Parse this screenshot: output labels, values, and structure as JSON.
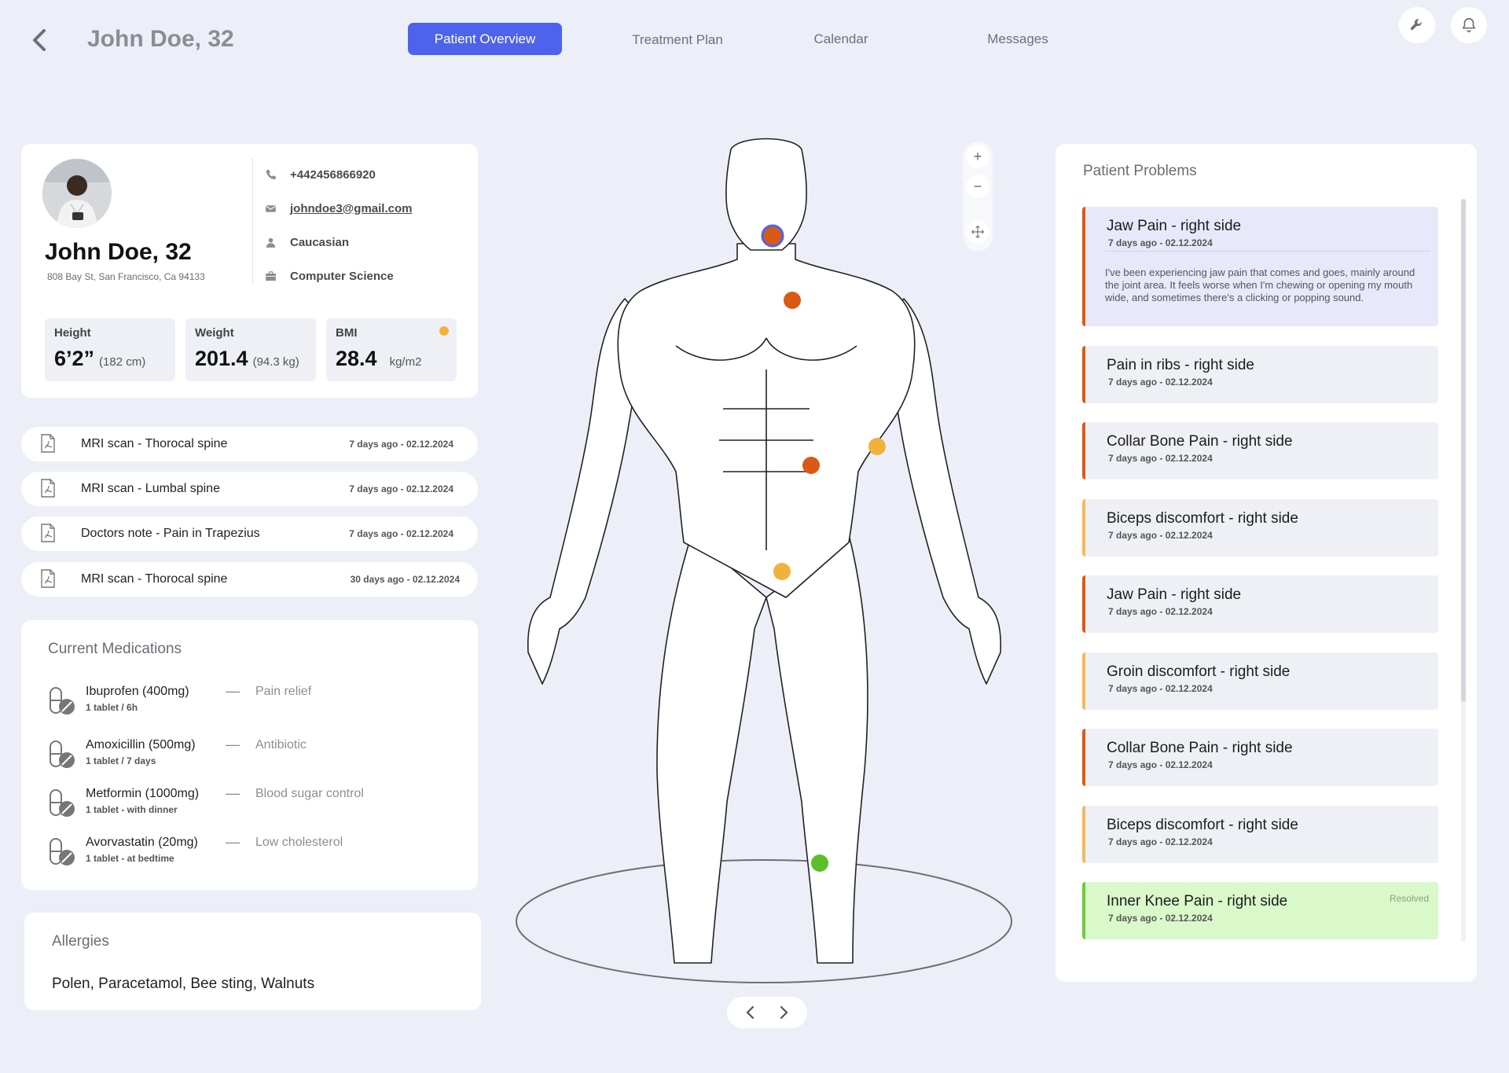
{
  "header": {
    "title": "John Doe, 32",
    "tabs": [
      {
        "label": "Patient Overview",
        "active": true
      },
      {
        "label": "Treatment Plan",
        "active": false
      },
      {
        "label": "Calendar",
        "active": false
      },
      {
        "label": "Messages",
        "active": false
      }
    ],
    "icons": [
      "back-arrow-icon",
      "wrench-icon",
      "bell-icon"
    ]
  },
  "profile": {
    "name": "John Doe, 32",
    "address": "808 Bay St, San Francisco, Ca 94133",
    "contacts": [
      {
        "icon": "phone-icon",
        "value": "+442456866920"
      },
      {
        "icon": "mail-icon",
        "value": "johndoe3@gmail.com"
      },
      {
        "icon": "person-icon",
        "value": "Caucasian"
      },
      {
        "icon": "briefcase-icon",
        "value": "Computer Science"
      }
    ],
    "stats": [
      {
        "label": "Height",
        "value": "6’2”",
        "unit": "(182 cm)"
      },
      {
        "label": "Weight",
        "value": "201.4",
        "unit": "(94.3 kg)"
      },
      {
        "label": "BMI",
        "value": "28.4",
        "unit": "kg/m2",
        "indicator_color": "#f1b23c"
      }
    ]
  },
  "documents": [
    {
      "name": "MRI scan - Thorocal spine",
      "date": "7 days ago - 02.12.2024"
    },
    {
      "name": "MRI scan - Lumbal spine",
      "date": "7 days ago - 02.12.2024"
    },
    {
      "name": "Doctors note - Pain in Trapezius",
      "date": "7 days ago - 02.12.2024"
    },
    {
      "name": "MRI scan - Thorocal spine",
      "date": "30 days ago - 02.12.2024"
    }
  ],
  "medications": {
    "title": "Current Medications",
    "items": [
      {
        "name": "Ibuprofen (400mg)",
        "dose": "1 tablet / 6h",
        "purpose": "Pain relief"
      },
      {
        "name": "Amoxicillin (500mg)",
        "dose": "1 tablet / 7 days",
        "purpose": "Antibiotic"
      },
      {
        "name": "Metformin (1000mg)",
        "dose": "1 tablet - with dinner",
        "purpose": "Blood sugar control"
      },
      {
        "name": "Avorvastatin (20mg)",
        "dose": "1 tablet - at bedtime",
        "purpose": "Low cholesterol"
      }
    ]
  },
  "allergies": {
    "title": "Allergies",
    "list": "Polen, Paracetamol, Bee sting, Walnuts"
  },
  "body_map": {
    "zoom_in": "+",
    "zoom_out": "−",
    "colors": {
      "severe": "#d95a14",
      "mild": "#f1b23c",
      "resolved": "#5cbf2a",
      "selected": "#4d63ee"
    }
  },
  "problems": {
    "title": "Patient Problems",
    "items": [
      {
        "title": "Jaw Pain - right side",
        "date": "7 days ago - 02.12.2024",
        "severity": "severe",
        "expanded": true,
        "description": "I've been experiencing jaw pain that comes and goes, mainly around the joint area. It feels worse when I'm chewing or opening my mouth wide, and sometimes there's a clicking or popping sound."
      },
      {
        "title": "Pain in ribs - right side",
        "date": "7 days ago - 02.12.2024",
        "severity": "severe"
      },
      {
        "title": "Collar Bone Pain - right side",
        "date": "7 days ago - 02.12.2024",
        "severity": "severe"
      },
      {
        "title": "Biceps discomfort - right side",
        "date": "7 days ago - 02.12.2024",
        "severity": "mild"
      },
      {
        "title": "Jaw Pain - right side",
        "date": "7 days ago - 02.12.2024",
        "severity": "severe"
      },
      {
        "title": "Groin discomfort - right side",
        "date": "7 days ago - 02.12.2024",
        "severity": "mild"
      },
      {
        "title": "Collar Bone Pain - right side",
        "date": "7 days ago - 02.12.2024",
        "severity": "severe"
      },
      {
        "title": "Biceps discomfort - right side",
        "date": "7 days ago - 02.12.2024",
        "severity": "mild"
      },
      {
        "title": "Inner Knee Pain - right side",
        "date": "7 days ago - 02.12.2024",
        "severity": "resolved",
        "status": "Resolved"
      }
    ]
  }
}
